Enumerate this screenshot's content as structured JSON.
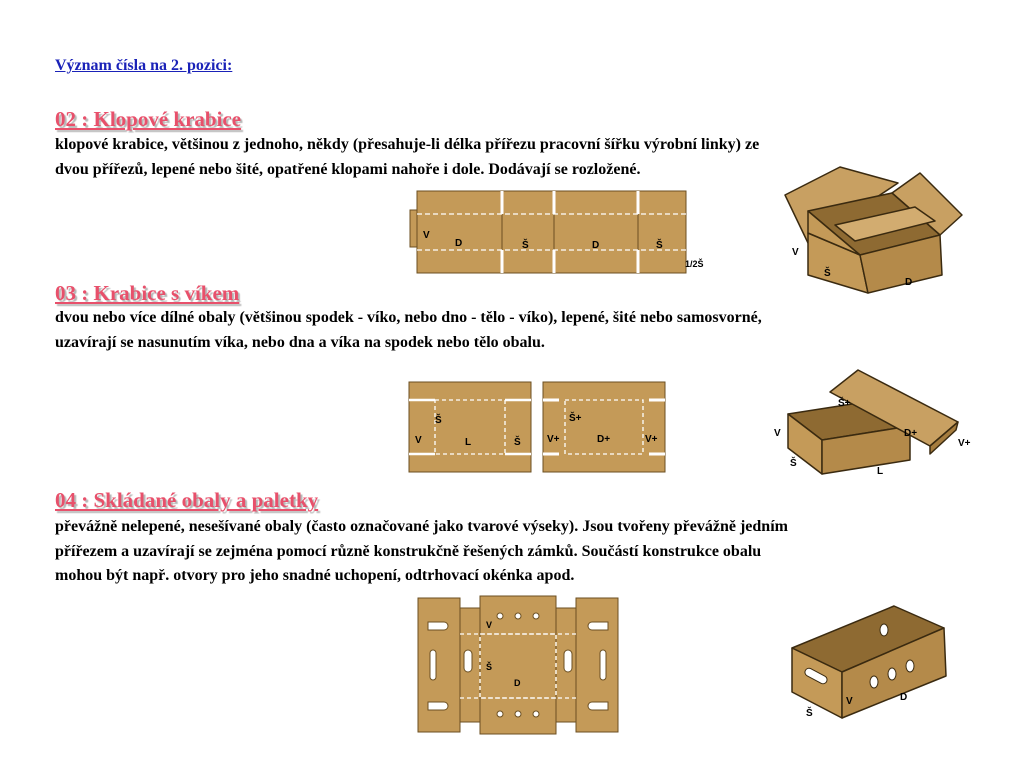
{
  "intro": "Význam čísla na 2. pozici:",
  "sections": [
    {
      "title": "02 : Klopové krabice",
      "text": "klopové krabice, většinou z jednoho, někdy (přesahuje-li délka přířezu pracovní šířku výrobní linky) ze dvou přířezů, lepené nebo šité, opatřené klopami nahoře i dole. Dodávají se rozložené.",
      "blank_labels": [
        "V",
        "D",
        "Š",
        "D",
        "Š",
        "1/2Š"
      ],
      "box_labels": [
        "V",
        "Š",
        "D"
      ]
    },
    {
      "title": "03 : Krabice s víkem",
      "text": "dvou nebo více dílné obaly (většinou spodek - víko, nebo dno - tělo - víko), lepené, šité nebo samosvorné, uzavírají se nasunutím víka, nebo dna a víka na spodek nebo tělo obalu.",
      "base_labels": [
        "Š",
        "V",
        "L",
        "Š"
      ],
      "lid_labels": [
        "Š+",
        "V+",
        "D+",
        "V+"
      ],
      "box_labels": [
        "Š+",
        "D+",
        "V+",
        "V",
        "Š",
        "L"
      ]
    },
    {
      "title": "04 : Skládané obaly a paletky",
      "text": "převážně nelepené, nesešívané obaly (často označované jako tvarové výseky). Jsou tvořeny převážně jedním přířezem a uzavírají se zejména pomocí různě konstrukčně řešených zámků. Součástí konstrukce obalu mohou být např. otvory pro jeho snadné uchopení, odtrhovací okénka apod.",
      "blank_labels": [
        "V",
        "Š",
        "D"
      ],
      "box_labels": [
        "Š",
        "V",
        "D"
      ]
    }
  ],
  "colors": {
    "intro": "#1a22b8",
    "heading": "#e8506b",
    "cardboard": "#c49a58",
    "cardboard_dark": "#a57c3e"
  }
}
